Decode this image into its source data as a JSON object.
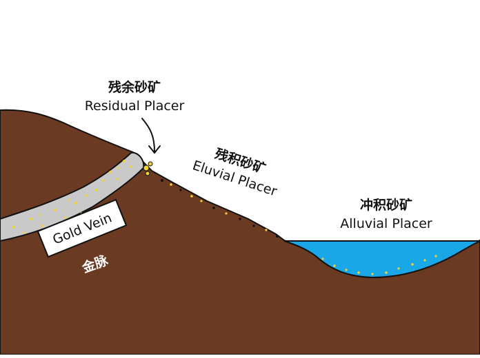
{
  "labels": {
    "residual_cn": "残余砂矿",
    "residual_en": "Residual Placer",
    "eluvial_cn": "残积砂矿",
    "eluvial_en": "Eluvial Placer",
    "alluvial_cn": "冲积砂矿",
    "alluvial_en": "Alluvial Placer",
    "vein_en": "Gold Vein",
    "vein_cn": "金脉"
  },
  "colors": {
    "ground": "#6b3a22",
    "vein": "#c9c9c9",
    "water": "#1aa7e8",
    "gold": "#f2d23c",
    "outline": "#111111",
    "vein_label_text": "#ffffff"
  },
  "icons": {
    "pointer": "down-arrow-icon"
  }
}
